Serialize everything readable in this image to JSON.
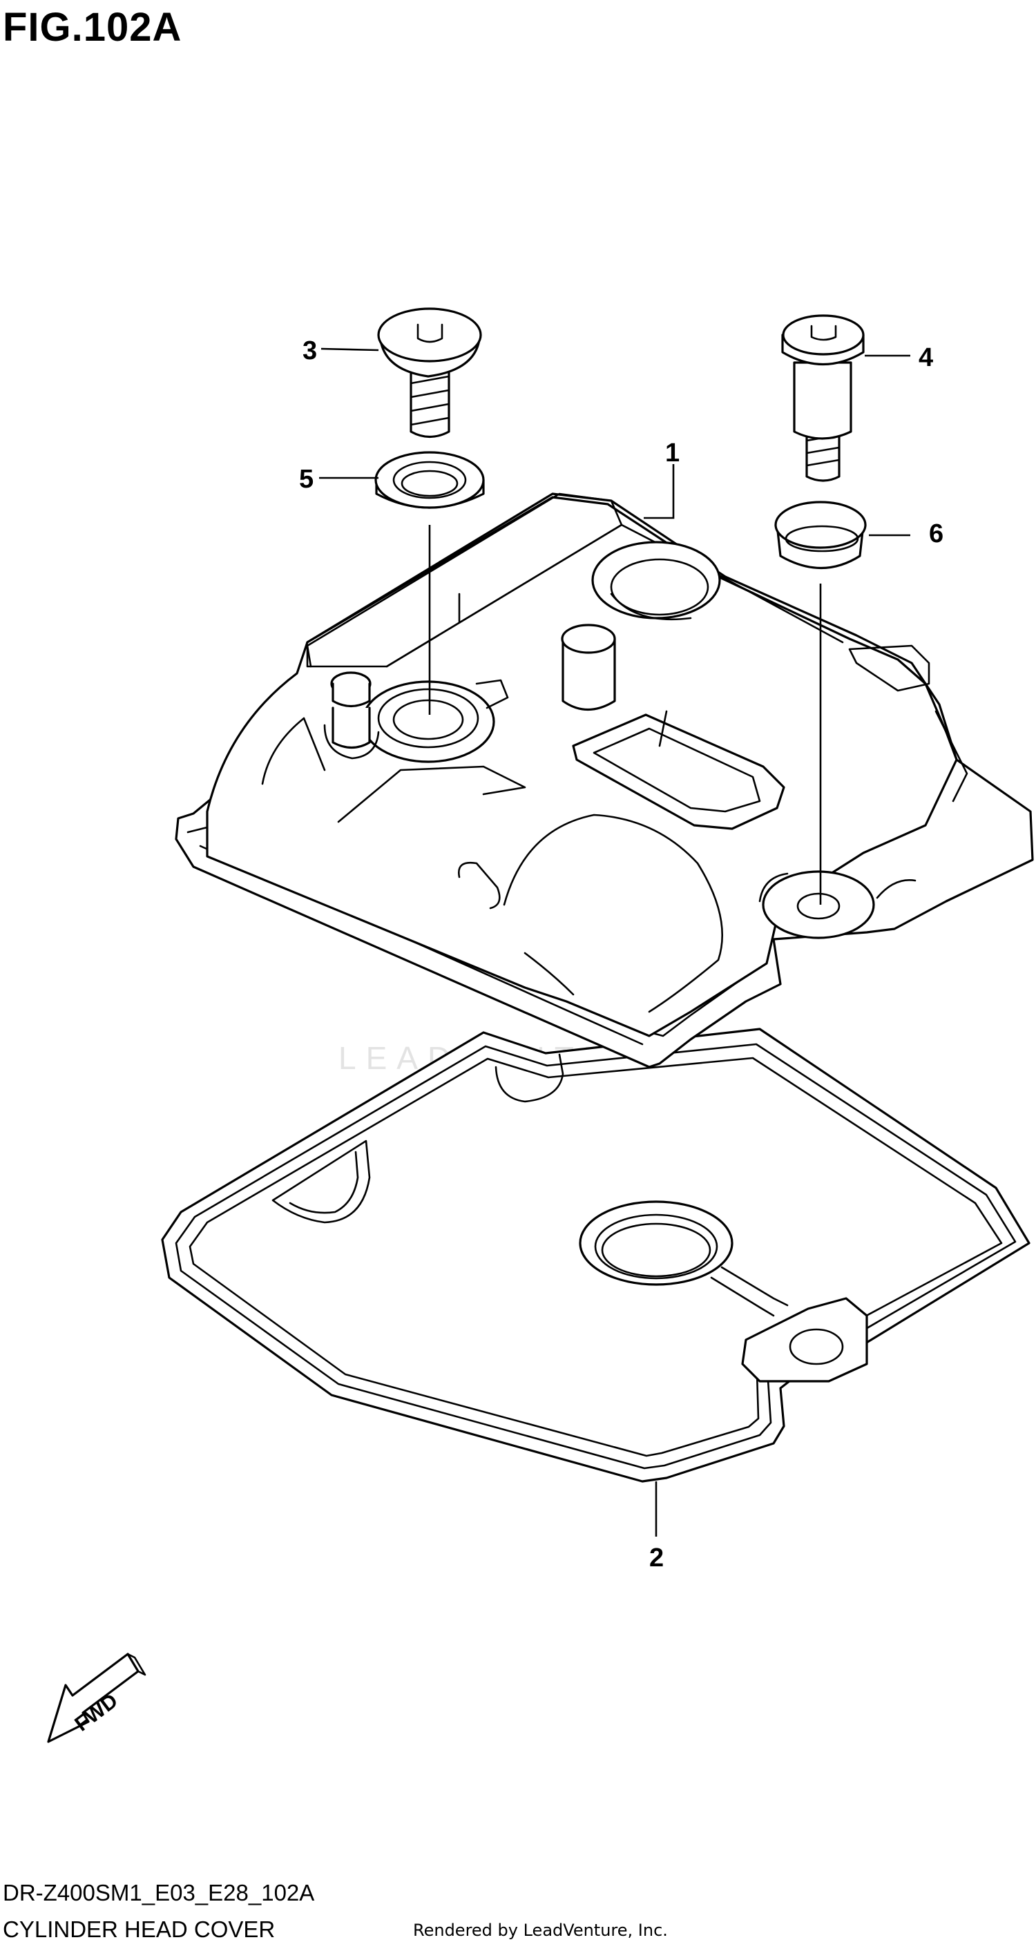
{
  "header": {
    "figure_title": "FIG.102A"
  },
  "callouts": {
    "part1": "1",
    "part2": "2",
    "part3": "3",
    "part4": "4",
    "part5": "5",
    "part6": "6"
  },
  "fwd_label": "FWD",
  "watermark": "LEADVENTURE",
  "footer": {
    "code": "DR-Z400SM1_E03_E28_102A",
    "section": "CYLINDER HEAD COVER",
    "rendered_by": "Rendered by LeadVenture, Inc."
  }
}
